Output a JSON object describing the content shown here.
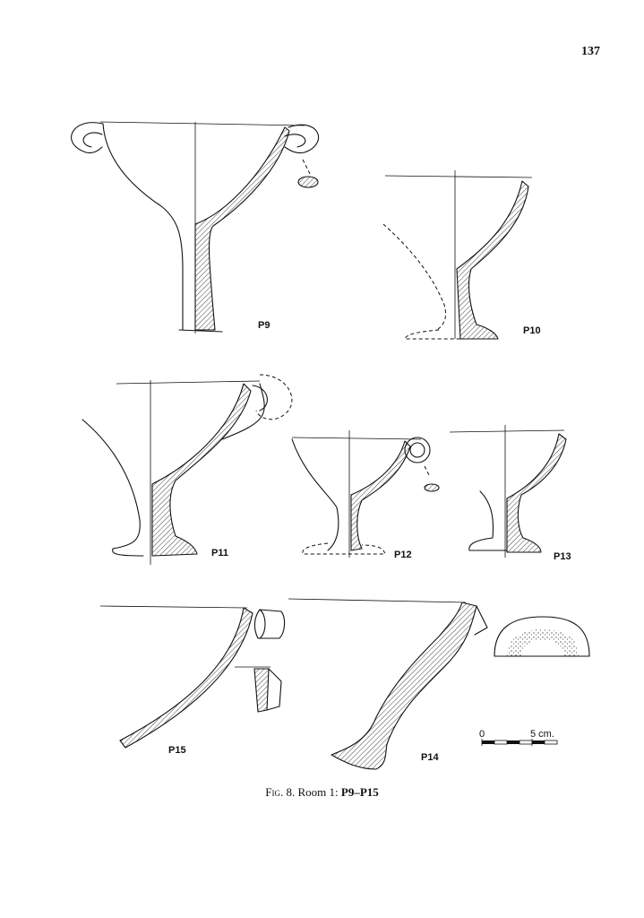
{
  "page": {
    "number": "137"
  },
  "figure": {
    "caption_prefix": "Fig. 8.",
    "caption_text": "Room 1:",
    "caption_ids": "P9–P15"
  },
  "labels": {
    "p9": "P9",
    "p10": "P10",
    "p11": "P11",
    "p12": "P12",
    "p13": "P13",
    "p14": "P14",
    "p15": "P15"
  },
  "scale_bar": {
    "start": "0",
    "end": "5 cm."
  }
}
